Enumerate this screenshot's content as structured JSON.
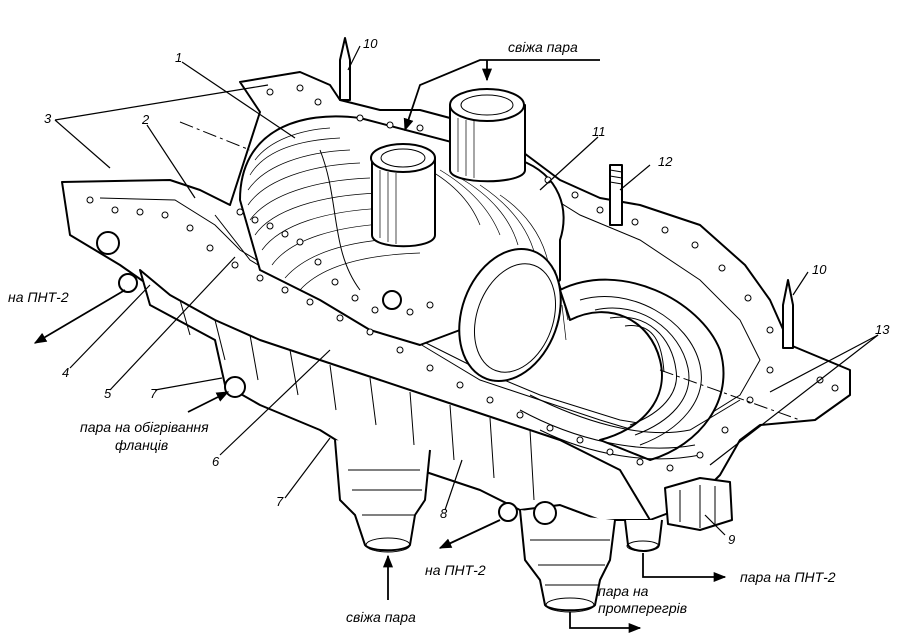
{
  "callouts": {
    "n1": "1",
    "n2": "2",
    "n3": "3",
    "n4": "4",
    "n5": "5",
    "n6": "6",
    "n7a": "7",
    "n7b": "7",
    "n8": "8",
    "n9": "9",
    "n10a": "10",
    "n10b": "10",
    "n11": "11",
    "n12": "12",
    "n13": "13"
  },
  "labels": {
    "fresh_steam_top": "свіжа пара",
    "fresh_steam_bottom": "свіжа пара",
    "pnt2_left": "на ПНТ-2",
    "pnt2_bottom": "на ПНТ-2",
    "pnt2_right": "пара на ПНТ-2",
    "flange_heating_line1": "пара на обігрівання",
    "flange_heating_line2": "фланців",
    "reheat_line1": "пара на",
    "reheat_line2": "промперегрів"
  }
}
